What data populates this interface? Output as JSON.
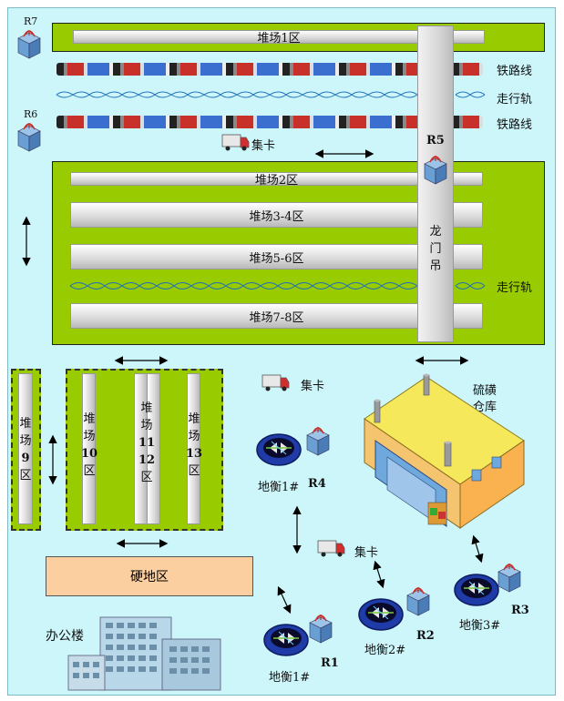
{
  "yards": {
    "zone1": "堆场1区",
    "zone2": "堆场2区",
    "zone34": "堆场3-4区",
    "zone56": "堆场5-6区",
    "zone78": "堆场7-8区",
    "zone9": [
      "堆",
      "场",
      "9",
      "区"
    ],
    "zone10": [
      "堆",
      "场",
      "10",
      "区"
    ],
    "zone1112": [
      "堆",
      "场",
      "11",
      "12",
      "区"
    ],
    "zone13": [
      "堆",
      "场",
      "13",
      "区"
    ]
  },
  "rails": {
    "railway": "铁路线",
    "track": "走行轨"
  },
  "gantry": {
    "code": "R5",
    "name": [
      "龙",
      "门",
      "吊"
    ]
  },
  "trucks": {
    "label": "集卡"
  },
  "readers": {
    "r7": "R7",
    "r6": "R6",
    "r4": "R4",
    "r1": "R1",
    "r2": "R2",
    "r3": "R3"
  },
  "scales": {
    "s1top": "地衡1#",
    "s1": "地衡1#",
    "s2": "地衡2#",
    "s3": "地衡3#"
  },
  "warehouse": {
    "line1": "硫磺",
    "line2": "仓库"
  },
  "hard_area": "硬地区",
  "office": "办公楼"
}
